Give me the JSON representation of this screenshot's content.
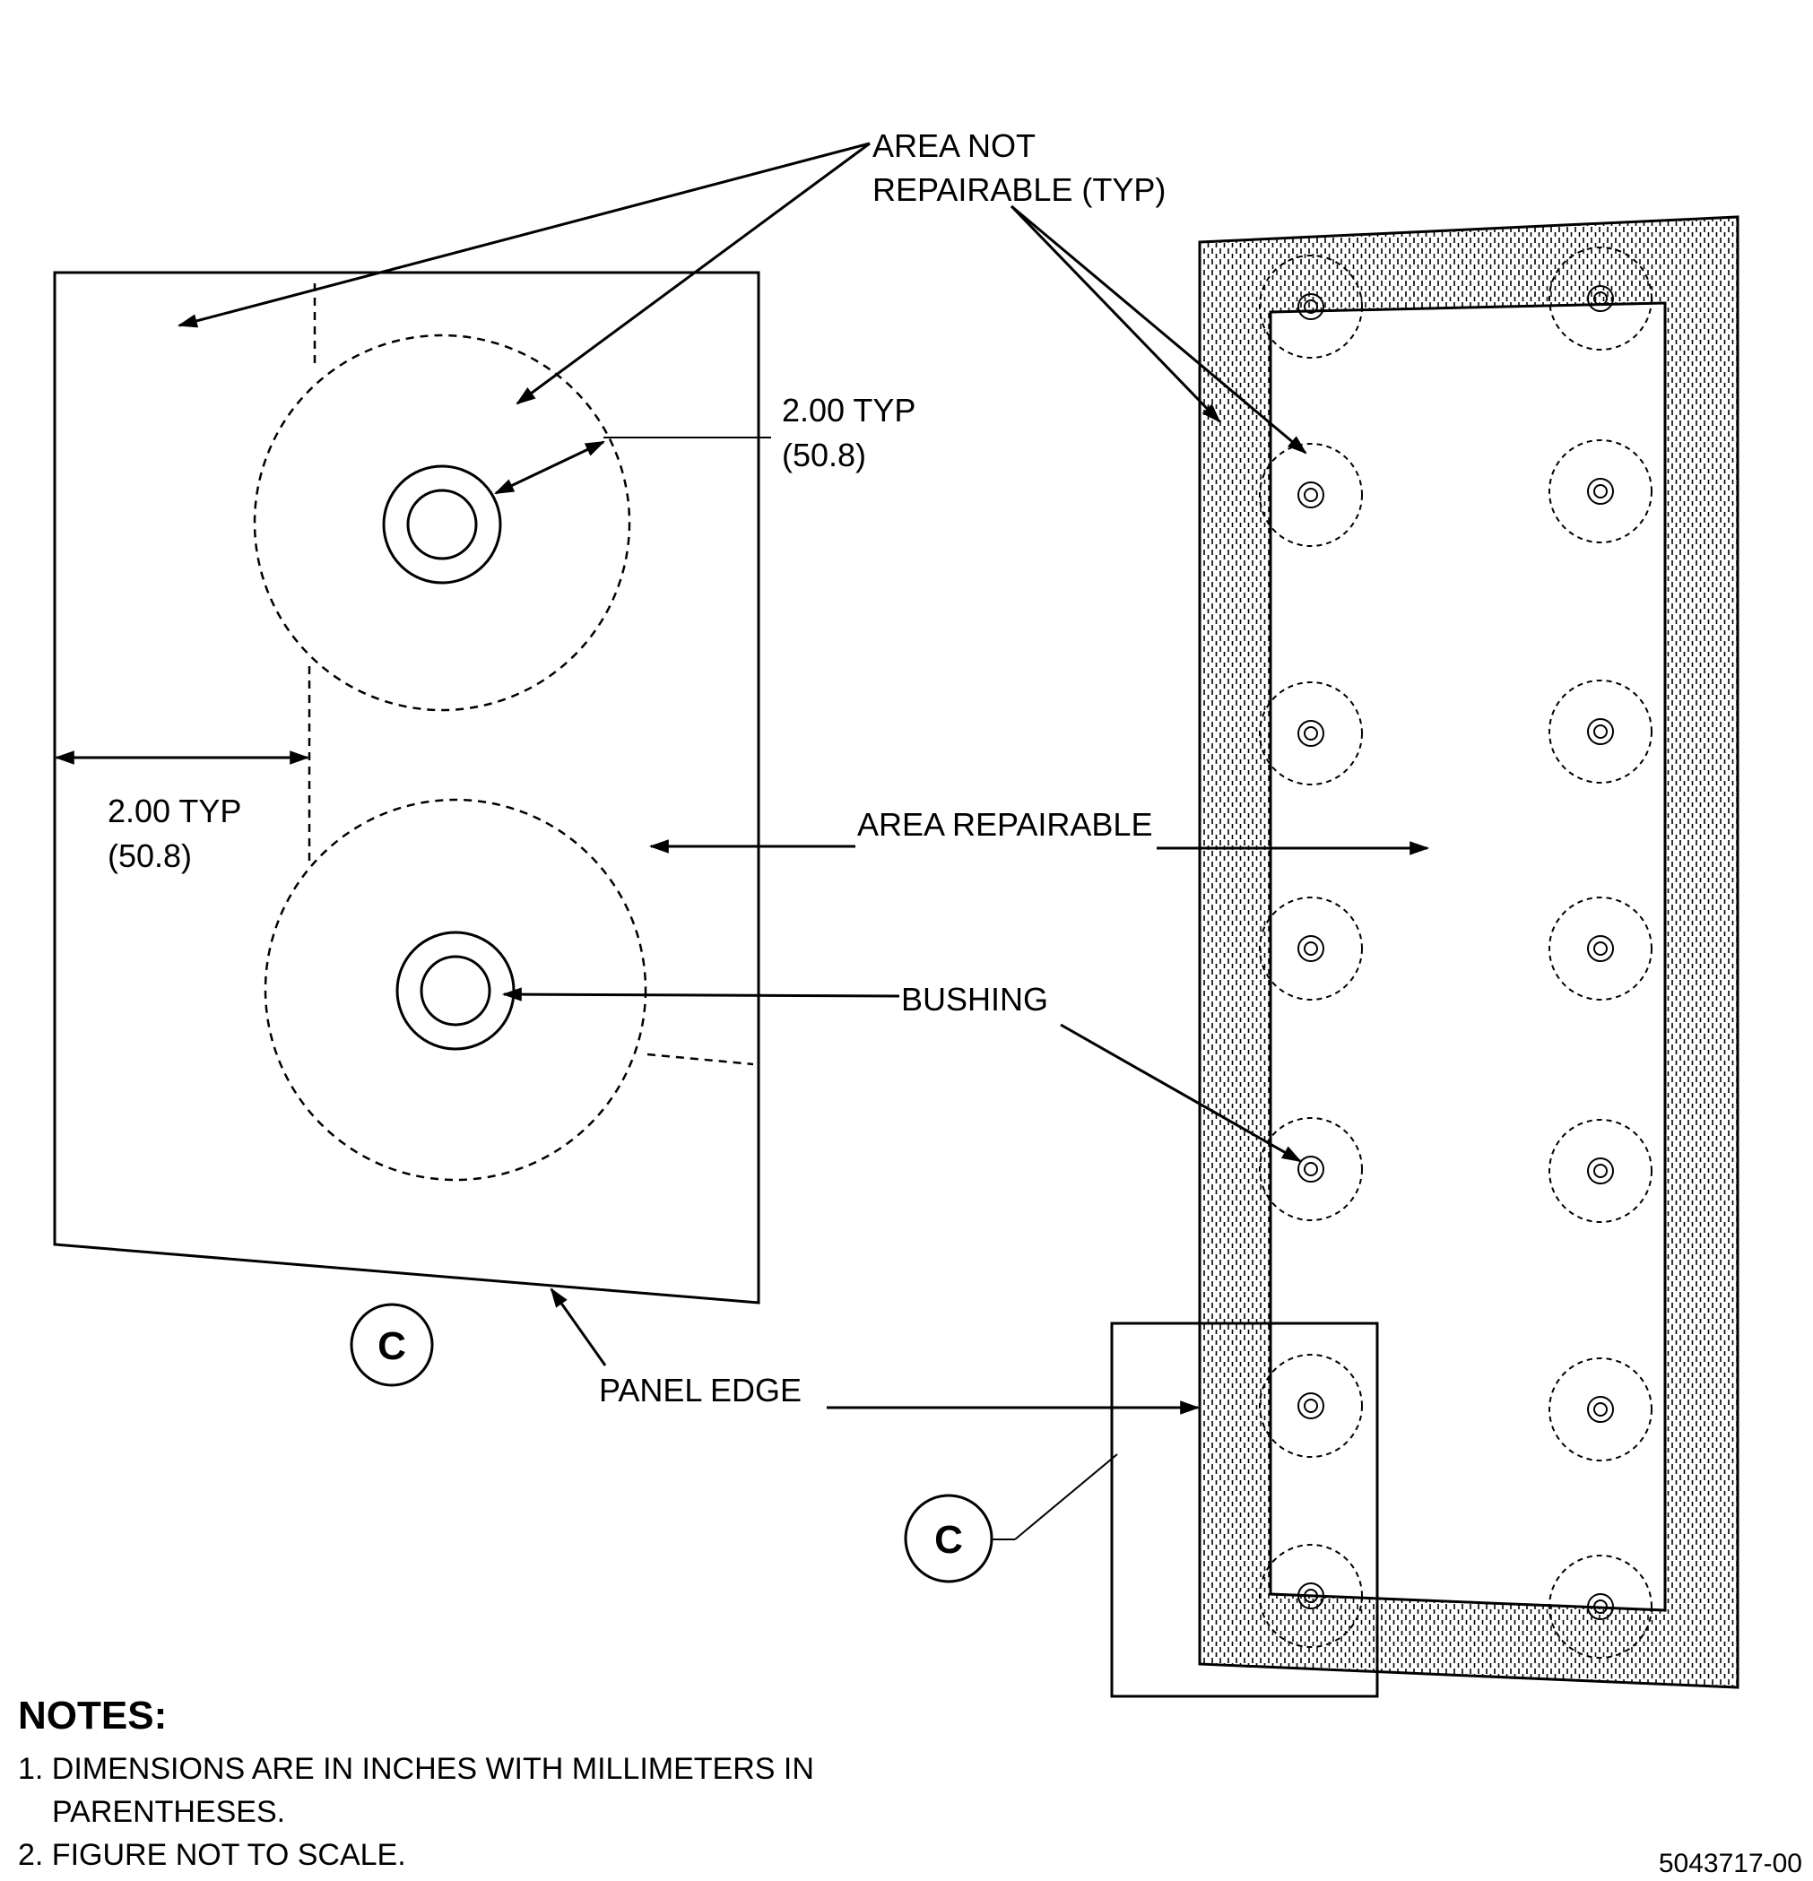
{
  "labels": {
    "area_not_repairable_line1": "AREA NOT",
    "area_not_repairable_line2": "REPAIRABLE (TYP)",
    "dim_top_line1": "2.00 TYP",
    "dim_top_line2": "(50.8)",
    "dim_left_line1": "2.00 TYP",
    "dim_left_line2": "(50.8)",
    "area_repairable": "AREA REPAIRABLE",
    "bushing": "BUSHING",
    "panel_edge": "PANEL EDGE",
    "detail_callout_left": "C",
    "detail_callout_right": "C"
  },
  "notes": {
    "title": "NOTES:",
    "items": [
      "1. DIMENSIONS ARE IN INCHES WITH MILLIMETERS IN",
      "PARENTHESES.",
      "2. FIGURE NOT TO SCALE."
    ]
  },
  "figure_id": "5043717-00",
  "colors": {
    "line": "#000000",
    "background": "#ffffff"
  },
  "icons": {
    "bushing_symbol": "concentric-circles",
    "detail_marker": "circle-letter"
  }
}
